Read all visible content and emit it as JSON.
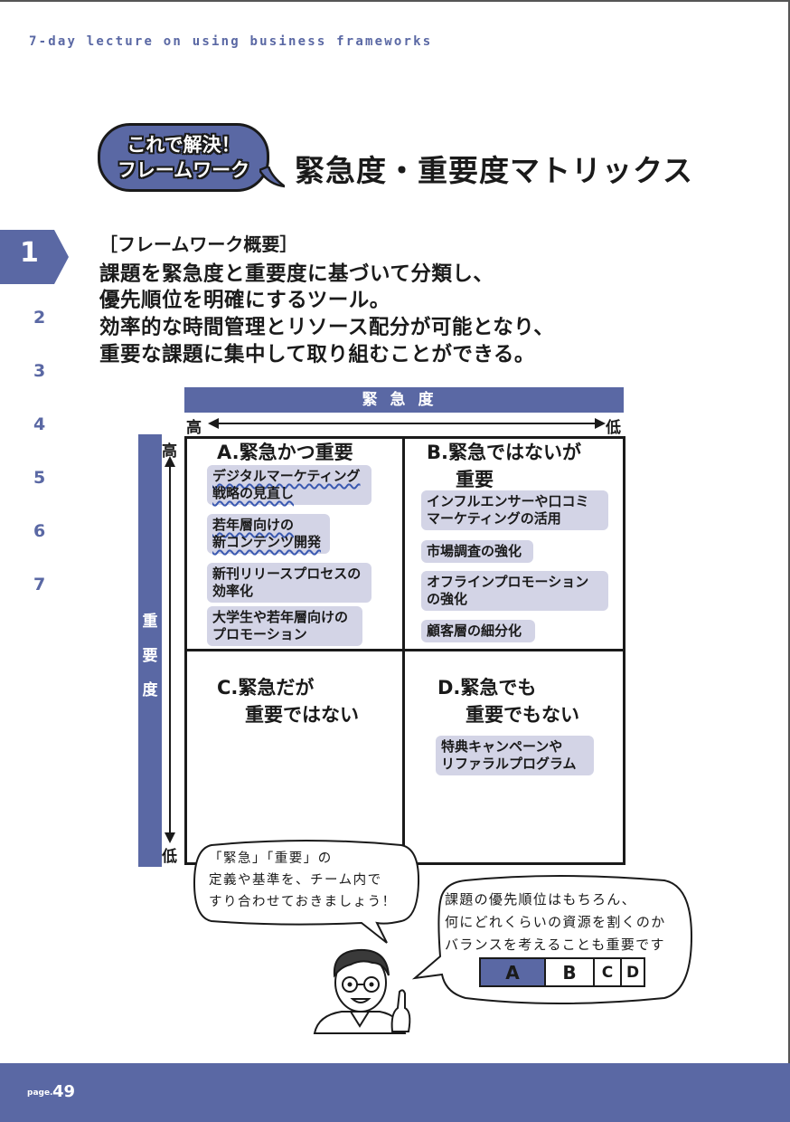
{
  "header": {
    "tag": "7-day lecture on using business frameworks"
  },
  "badge": {
    "line1": "これで解決！",
    "line2": "フレームワーク"
  },
  "title": "緊急度・重要度マトリックス",
  "nav": {
    "active": "1",
    "items": [
      "2",
      "3",
      "4",
      "5",
      "6",
      "7"
    ]
  },
  "overview": {
    "label": "［フレームワーク概要］",
    "lines": [
      "課題を緊急度と重要度に基づいて分類し、",
      "優先順位を明確にするツール。",
      "効率的な時間管理とリソース配分が可能となり、",
      "重要な課題に集中して取り組むことができる。"
    ]
  },
  "matrix": {
    "urgency_label": "緊急度",
    "importance_label": [
      "重",
      "要",
      "度"
    ],
    "high": "高",
    "low": "低",
    "quadrants": {
      "a": {
        "title": "A.緊急かつ重要",
        "items": [
          {
            "l1": "デジタルマーケティング",
            "l2": "戦略の見直し"
          },
          {
            "l1": "若年層向けの",
            "l2": "新コンテンツ開発"
          },
          {
            "l1": "新刊リリースプロセスの",
            "l2": "効率化"
          },
          {
            "l1": "大学生や若年層向けの",
            "l2": "プロモーション"
          }
        ]
      },
      "b": {
        "title_l1": "B.緊急ではないが",
        "title_l2": "重要",
        "items": [
          {
            "l1": "インフルエンサーや口コミ",
            "l2": "マーケティングの活用"
          },
          {
            "l1": "市場調査の強化",
            "l2": ""
          },
          {
            "l1": "オフラインプロモーション",
            "l2": "の強化"
          },
          {
            "l1": "顧客層の細分化",
            "l2": ""
          }
        ]
      },
      "c": {
        "title_l1": "C.緊急だが",
        "title_l2": "重要ではない"
      },
      "d": {
        "title_l1": "D.緊急でも",
        "title_l2": "重要でもない",
        "items": [
          {
            "l1": "特典キャンペーンや",
            "l2": "リファラルプログラム"
          }
        ]
      }
    }
  },
  "bubble_left": {
    "lines": [
      "「緊急」「重要」の",
      "定義や基準を、チーム内で",
      "すり合わせておきましょう！"
    ]
  },
  "bubble_right": {
    "lines": [
      "課題の優先順位はもちろん、",
      "何にどれくらいの資源を割くのか",
      "バランスを考えることも重要です"
    ]
  },
  "resource_bar": {
    "segments": [
      "A",
      "B",
      "C",
      "D"
    ]
  },
  "footer": {
    "prefix": "page.",
    "page": "49"
  },
  "colors": {
    "accent": "#5a68a4",
    "tag_bg": "#d3d4e6",
    "text": "#1a1a1a"
  }
}
